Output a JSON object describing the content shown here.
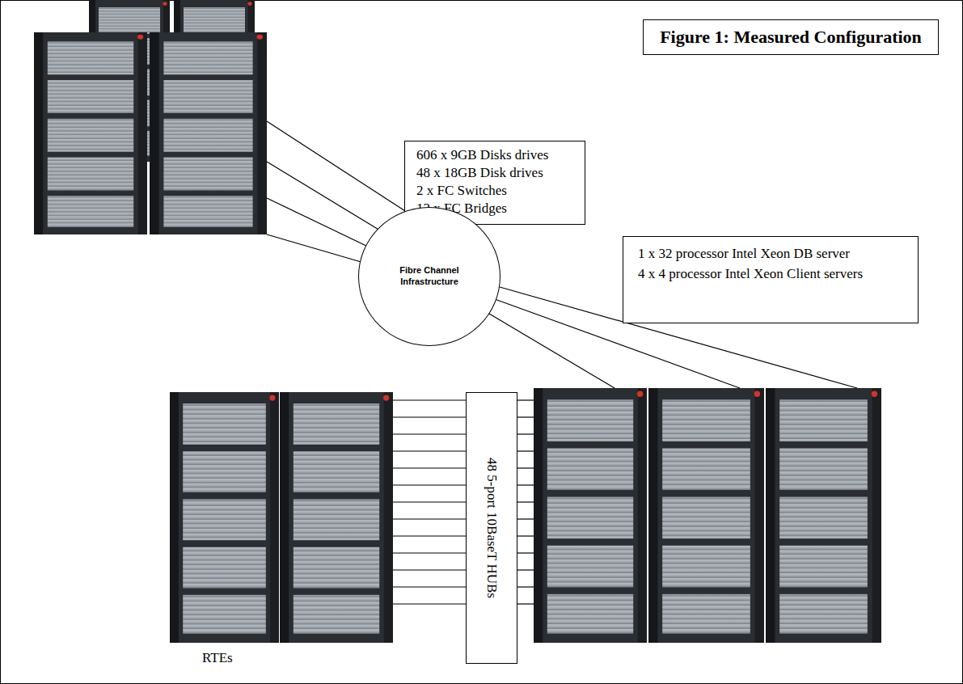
{
  "diagram": {
    "title": "Figure 1: Measured Configuration",
    "nodes": [
      {
        "text": [
          "606 x 9GB Disks drives",
          "48 x 18GB Disk drives",
          "2 x FC Switches",
          "13 x FC Bridges"
        ]
      },
      {
        "text": [
          "Fibre Channel Infrastructure"
        ]
      },
      {
        "text": [
          "1 x 32 processor Intel Xeon DB server",
          "4 x 4 processor Intel Xeon Client servers"
        ]
      },
      {
        "text": [
          "48 5-port 10BaseT HUBs"
        ]
      }
    ],
    "labels": [
      "RTEs"
    ]
  }
}
